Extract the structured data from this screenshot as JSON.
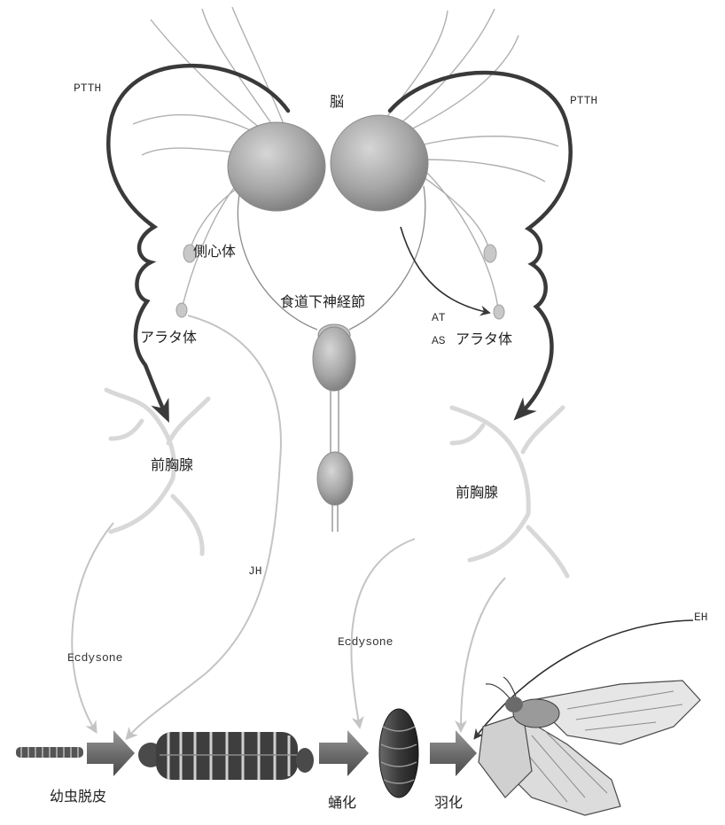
{
  "labels": {
    "ptth_left": "PTTH",
    "brain": "脳",
    "ptth_right": "PTTH",
    "corpora_cardiaca": "側心体",
    "subesophageal_ganglion": "食道下神経節",
    "corpora_allata_left": "アラタ体",
    "at": "AT",
    "as": "AS",
    "corpora_allata_right": "アラタ体",
    "prothoracic_gland_left": "前胸腺",
    "prothoracic_gland_right": "前胸腺",
    "jh": "JH",
    "ecdysone_left": "Ecdysone",
    "ecdysone_right": "Ecdysone",
    "eh": "EH",
    "larval_molt": "幼虫脱皮",
    "pupation": "蛹化",
    "eclosion": "羽化"
  },
  "colors": {
    "dark_line": "#3a3a3a",
    "light_line": "#c4c4c4",
    "organ_fill": "#a8a8a8",
    "background": "#ffffff"
  }
}
